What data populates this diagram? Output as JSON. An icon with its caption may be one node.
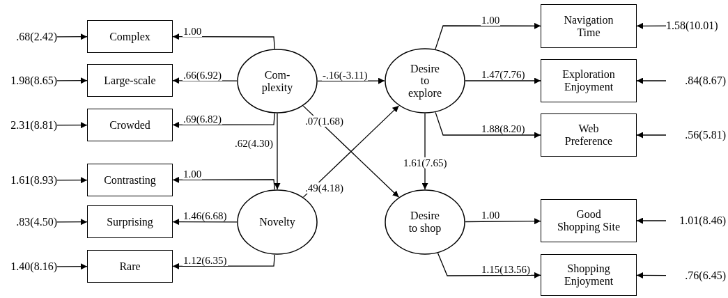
{
  "diagram": {
    "nodes": [
      {
        "text": [
          "Complex"
        ]
      },
      {
        "text": [
          "Large-scale"
        ]
      },
      {
        "text": [
          "Crowded"
        ]
      },
      {
        "text": [
          "Contrasting"
        ]
      },
      {
        "text": [
          "Surprising"
        ]
      },
      {
        "text": [
          "Rare"
        ]
      },
      {
        "text": [
          "Com- plexity"
        ]
      },
      {
        "text": [
          "Novelty"
        ]
      },
      {
        "text": [
          "Desire to explore"
        ]
      },
      {
        "text": [
          "Desire to shop"
        ]
      },
      {
        "text": [
          "Navigation Time"
        ]
      },
      {
        "text": [
          "Exploration Enjoyment"
        ]
      },
      {
        "text": [
          "Web Preference"
        ]
      },
      {
        "text": [
          "Good Shopping Site"
        ]
      },
      {
        "text": [
          "Shopping Enjoyment"
        ]
      },
      {
        "text": [
          ".68(2.42)"
        ]
      },
      {
        "text": [
          "1.98(8.65)"
        ]
      },
      {
        "text": [
          "2.31(8.81)"
        ]
      },
      {
        "text": [
          "1.61(8.93)"
        ]
      },
      {
        "text": [
          ".83(4.50)"
        ]
      },
      {
        "text": [
          "1.40(8.16)"
        ]
      },
      {
        "text": [
          "1.58(10.01)"
        ]
      },
      {
        "text": [
          ".84(8.67)"
        ]
      },
      {
        "text": [
          ".56(5.81)"
        ]
      },
      {
        "text": [
          "1.01(8.46)"
        ]
      },
      {
        "text": [
          ".76(6.45)"
        ]
      }
    ],
    "edges": [
      {
        "from": 6,
        "to": 0,
        "arrow": "to",
        "label": "1.00"
      },
      {
        "from": 6,
        "to": 1,
        "arrow": "to",
        "label": ".66(6.92)"
      },
      {
        "from": 6,
        "to": 2,
        "arrow": "to",
        "label": ".69(6.82)"
      },
      {
        "from": 7,
        "to": 3,
        "arrow": "to",
        "label": "1.00"
      },
      {
        "from": 7,
        "to": 4,
        "arrow": "to",
        "label": "1.46(6.68)"
      },
      {
        "from": 7,
        "to": 5,
        "arrow": "to",
        "label": "1.12(6.35)"
      },
      {
        "from": 6,
        "to": 7,
        "arrow": "to",
        "label": ".62(4.30)"
      },
      {
        "from": 6,
        "to": 8,
        "arrow": "to",
        "label": "-.16(-3.11)"
      },
      {
        "from": 6,
        "to": 9,
        "arrow": "to",
        "label": ".07(1.68)"
      },
      {
        "from": 7,
        "to": 8,
        "arrow": "to",
        "label": ".49(4.18)"
      },
      {
        "from": 8,
        "to": 9,
        "arrow": "to",
        "label": "1.61(7.65)"
      },
      {
        "from": 8,
        "to": 10,
        "arrow": "to",
        "label": "1.00"
      },
      {
        "from": 8,
        "to": 11,
        "arrow": "to",
        "label": "1.47(7.76)"
      },
      {
        "from": 8,
        "to": 12,
        "arrow": "to",
        "label": "1.88(8.20)"
      },
      {
        "from": 9,
        "to": 13,
        "arrow": "to",
        "label": "1.00"
      },
      {
        "from": 9,
        "to": 14,
        "arrow": "to",
        "label": "1.15(13.56)"
      },
      {
        "from": 15,
        "to": 0,
        "arrow": "to"
      },
      {
        "from": 16,
        "to": 1,
        "arrow": "to"
      },
      {
        "from": 17,
        "to": 2,
        "arrow": "to"
      },
      {
        "from": 18,
        "to": 3,
        "arrow": "to"
      },
      {
        "from": 19,
        "to": 4,
        "arrow": "to"
      },
      {
        "from": 20,
        "to": 5,
        "arrow": "to"
      },
      {
        "from": 21,
        "to": 10,
        "arrow": "to"
      },
      {
        "from": 22,
        "to": 11,
        "arrow": "to"
      },
      {
        "from": 23,
        "to": 12,
        "arrow": "to"
      },
      {
        "from": 24,
        "to": 13,
        "arrow": "to"
      },
      {
        "from": 25,
        "to": 14,
        "arrow": "to"
      }
    ]
  }
}
